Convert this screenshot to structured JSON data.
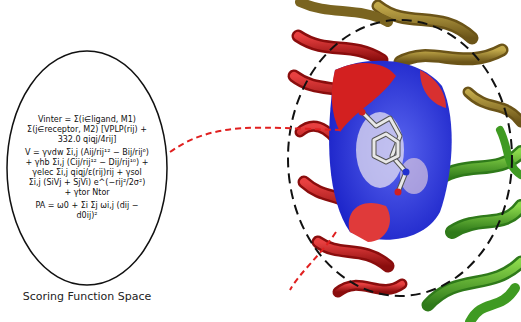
{
  "diagram": {
    "nodes": [
      {
        "text": [
          "Vinter = Σ(i∈ligand, M1) Σ(j∈receptor, M2) [VPLP(rij) + 332.0 qiqj/4rij]",
          "V = γvdw Σi,j (Aij/rij¹² − Bij/rij⁶) + γhb Σi,j (Cij/rij¹² − Dij/rij¹⁰) + γelec Σi,j qiqj/ε(rij)rij + γsol Σi,j (SiVj + SjVi) e^(−rij²/2σ²) + γtor Ntor",
          "PA = ω0 + Σi Σj ωi,j (dij − d0ij)²",
          "Scoring Function Space"
        ]
      }
    ]
  }
}
